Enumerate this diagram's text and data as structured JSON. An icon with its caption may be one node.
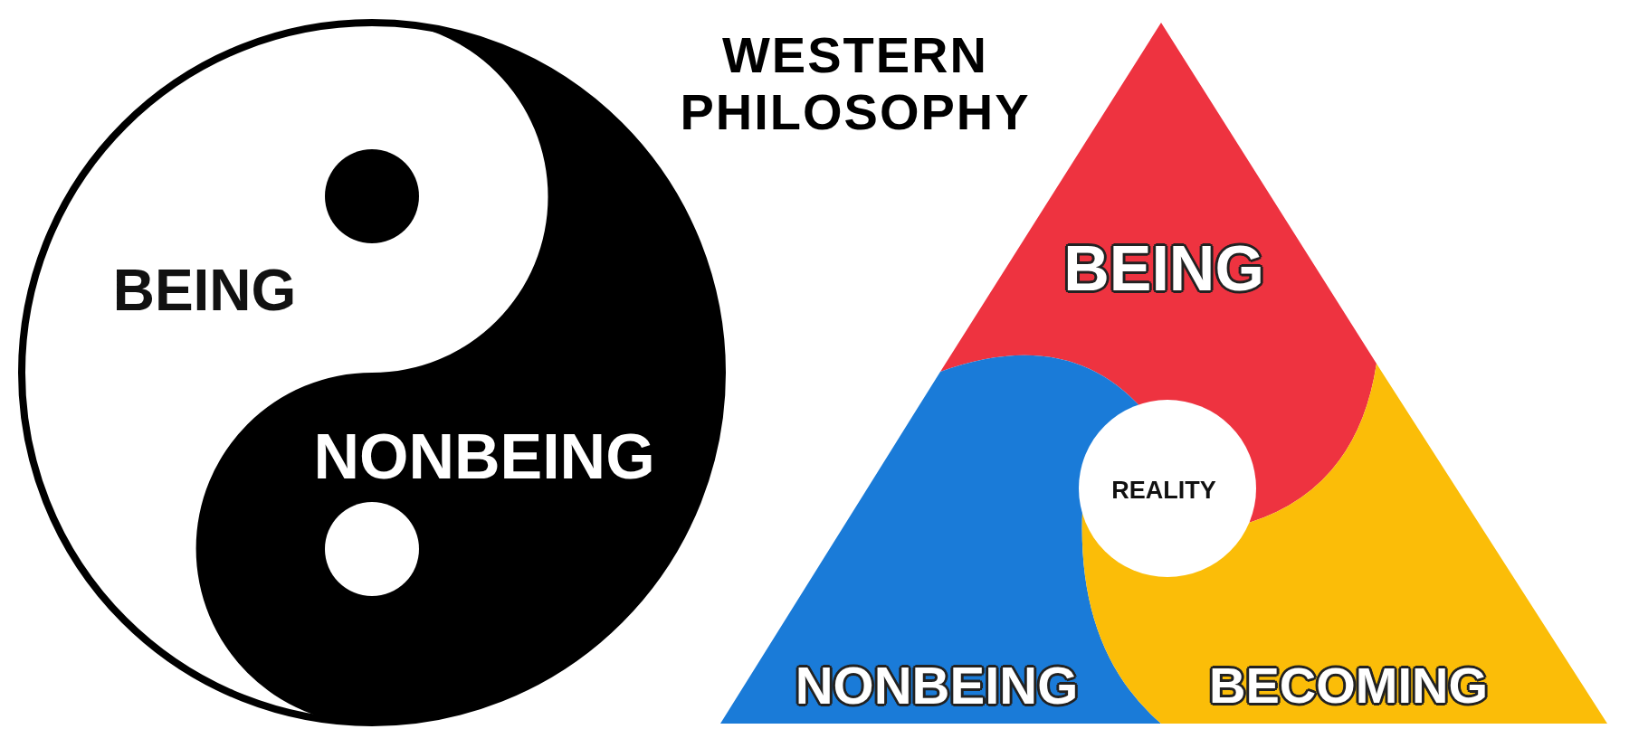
{
  "diagram": {
    "title": "WESTERN PHILOSOPHY",
    "nodes": [
      {
        "text": [
          "BEING"
        ]
      },
      {
        "text": [
          "NONBEING"
        ]
      },
      {
        "text": [
          "BEING"
        ]
      },
      {
        "text": [
          "NONBEING"
        ]
      },
      {
        "text": [
          "BECOMING"
        ]
      },
      {
        "text": [
          "REALITY"
        ]
      }
    ],
    "edges": []
  }
}
